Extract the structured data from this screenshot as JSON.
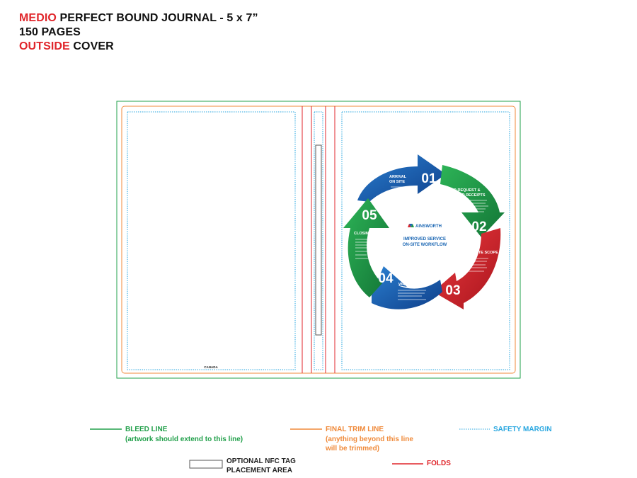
{
  "header": {
    "line1_accent": "MEDIO",
    "line1_rest": " PERFECT BOUND JOURNAL - 5 x 7”",
    "line2": "150 PAGES",
    "line3_accent": "OUTSIDE",
    "line3_rest": " COVER"
  },
  "cover": {
    "back_label": "CANADA",
    "workflow": {
      "brand": "AINSWORTH",
      "title_line1": "IMPROVED SERVICE",
      "title_line2": "ON-SITE WORKFLOW",
      "steps": [
        {
          "number": "01",
          "title_line1": "ARRIVAL",
          "title_line2": "ON SITE",
          "color": "#1a66b3"
        },
        {
          "number": "02",
          "title_line1": "PO REQUEST &",
          "title_line2": "PCARD RECEIPTS",
          "color": "#1f9a48"
        },
        {
          "number": "03",
          "title_line1": "EXECUTE SCOPE",
          "title_line2": "",
          "color": "#d8262d"
        },
        {
          "number": "04",
          "title_line1": "WRAPPING UP",
          "title_line2": "",
          "color": "#1a66b3"
        },
        {
          "number": "05",
          "title_line1": "CLOSING OUT",
          "title_line2": "",
          "color": "#1f9a48"
        }
      ]
    }
  },
  "legend": {
    "bleed_title": "BLEED LINE",
    "bleed_desc": "(artwork should extend to this line)",
    "trim_title": "FINAL TRIM LINE",
    "trim_desc1": "(anything beyond this line",
    "trim_desc2": "will be trimmed)",
    "safety_title": "SAFETY MARGIN",
    "nfc_line1": "OPTIONAL NFC TAG",
    "nfc_line2": "PLACEMENT AREA",
    "folds_title": "FOLDS"
  },
  "colors": {
    "bleed": "#22a04b",
    "trim": "#f08a3a",
    "safety": "#29a7e0",
    "folds": "#e0262b",
    "header_accent": "#e0262b"
  }
}
